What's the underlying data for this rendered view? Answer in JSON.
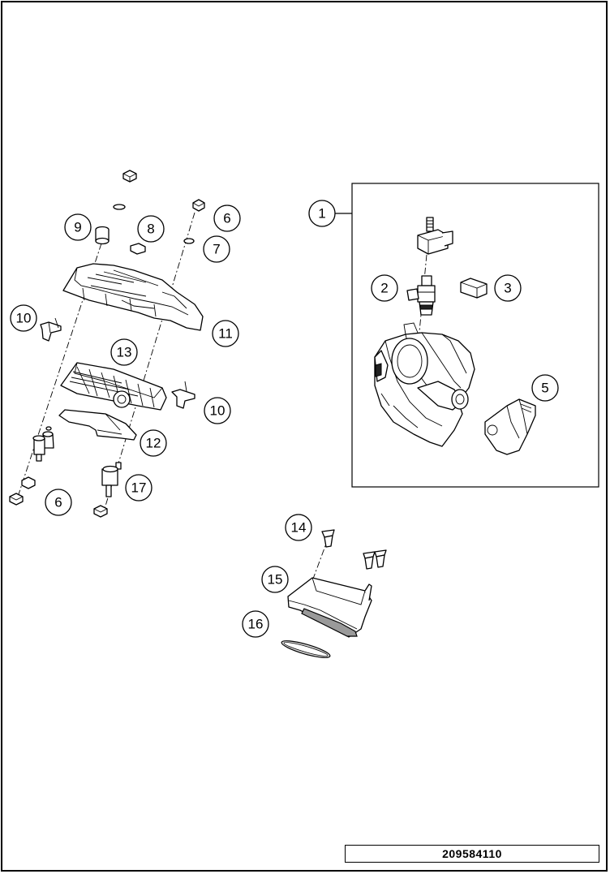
{
  "document_number": "209584110",
  "callouts": {
    "c1": "1",
    "c2": "2",
    "c3": "3",
    "c5": "5",
    "c6a": "6",
    "c6b": "6",
    "c7": "7",
    "c8": "8",
    "c9": "9",
    "c10a": "10",
    "c10b": "10",
    "c11": "11",
    "c12": "12",
    "c13": "13",
    "c14": "14",
    "c15": "15",
    "c16": "16",
    "c17": "17"
  }
}
